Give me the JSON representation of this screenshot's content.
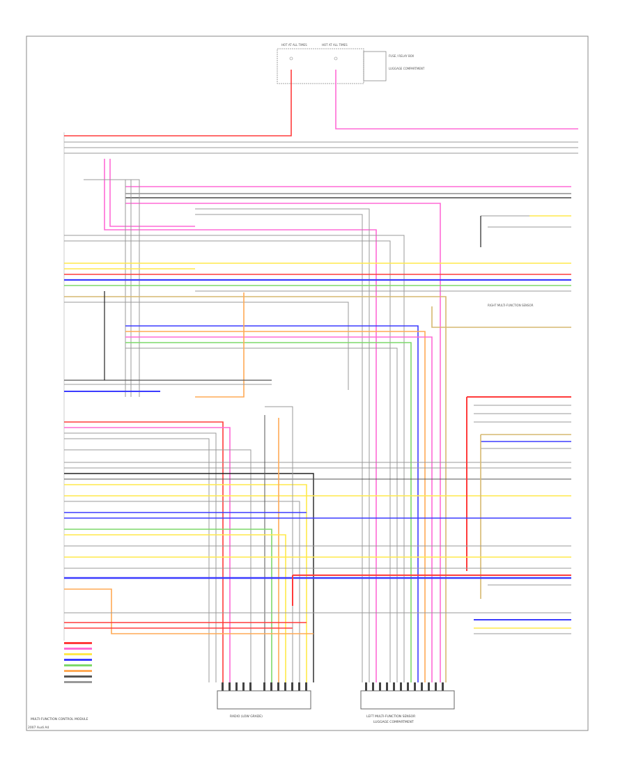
{
  "diagram": {
    "fuse_box_header_left": "HOT AT ALL TIMES",
    "fuse_box_header_right": "HOT AT ALL TIMES",
    "fuse_box_label": "FUSE / RELAY BOX",
    "fuse_box_note": "LUGGAGE COMPARTMENT",
    "module_label": "MULTI-FUNCTION CONTROL MODULE",
    "connector_center_label": "RADIO (LOW GRADE)",
    "connector_right_label": "LEFT MULTI-FUNCTION SENSOR",
    "connector_right_sublabel": "LUGGAGE COMPARTMENT",
    "right_note": "RIGHT MULTI-FUNCTION SENSOR",
    "footer": "2007 Audi A4"
  },
  "colors": {
    "red": "#ff3b3b",
    "pink": "#ff6ad5",
    "blue": "#3b3bff",
    "green": "#7dd86a",
    "yellow": "#ffe94a",
    "orange": "#ffaa55",
    "gray": "#999999",
    "black": "#222222",
    "tan": "#d6b870"
  }
}
